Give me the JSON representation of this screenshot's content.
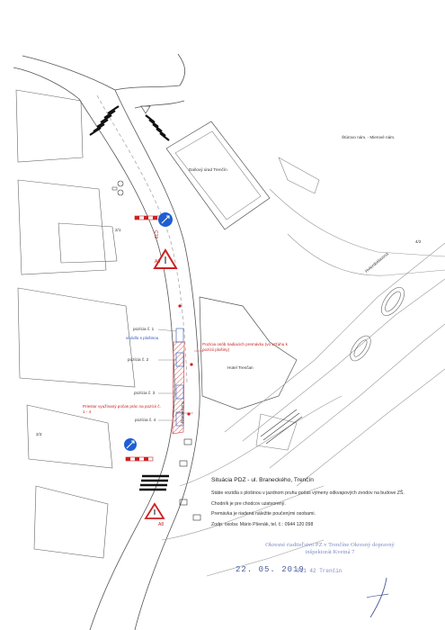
{
  "plan": {
    "title": "Situácia PDZ - ul. Braneckého, Trenčín",
    "notes": [
      "Státie vozidla s plošinou v jazdnom pruhu počas výmeny odkvapových zvodov na budove ZŠ.",
      "Chodník je pre chodcov uzatvorený.",
      "Premávka je riadená náležite poučenými osobami.",
      "Zodp. osoba: Mário Pšenák, tel. č.: 0944 120 098"
    ]
  },
  "map_labels": {
    "pozicia_1": "pozícia č. 1",
    "vozidlo": "vozidlo s plošinou",
    "pozicia_2": "pozícia č. 2",
    "pozicia_3": "pozícia č. 3",
    "pozicia_4": "pozícia č. 4",
    "priestor": "Priestor využívaný počas prác na pozícii č. 1 - 4",
    "pozicia_osob": "Pozícia osôb riadiacich premávku (vo vzťahu k pozícii plošiny)",
    "road_name": "Braneckého",
    "building_upper": "Daňový úrad Trenčín",
    "building_lower": "Hotel Trenčan",
    "street_top_right": "Štúrovo nám. - Mierové nám.",
    "street_right": "Hviezdoslavova",
    "parcel_1": "2/1",
    "parcel_2": "2/3",
    "parcel_3": "4/2"
  },
  "signs": {
    "sign_top": "C19",
    "sign_mid": "A8",
    "sign_bottom": "A8"
  },
  "stamp": {
    "office": "Okresné riaditeľstvo PZ v Trenčíne Okresný dopravný inšpektorát Kvetná 7",
    "date": "22. 05. 2019",
    "postal": "911 42 Trenčín"
  },
  "colors": {
    "line": "#555555",
    "light_line": "#9a9a9a",
    "work_zone": "#d33333",
    "info_blue": "#2d56b8",
    "sign_blue": "#1f5fd1",
    "stamp": "#7f8fc4"
  }
}
